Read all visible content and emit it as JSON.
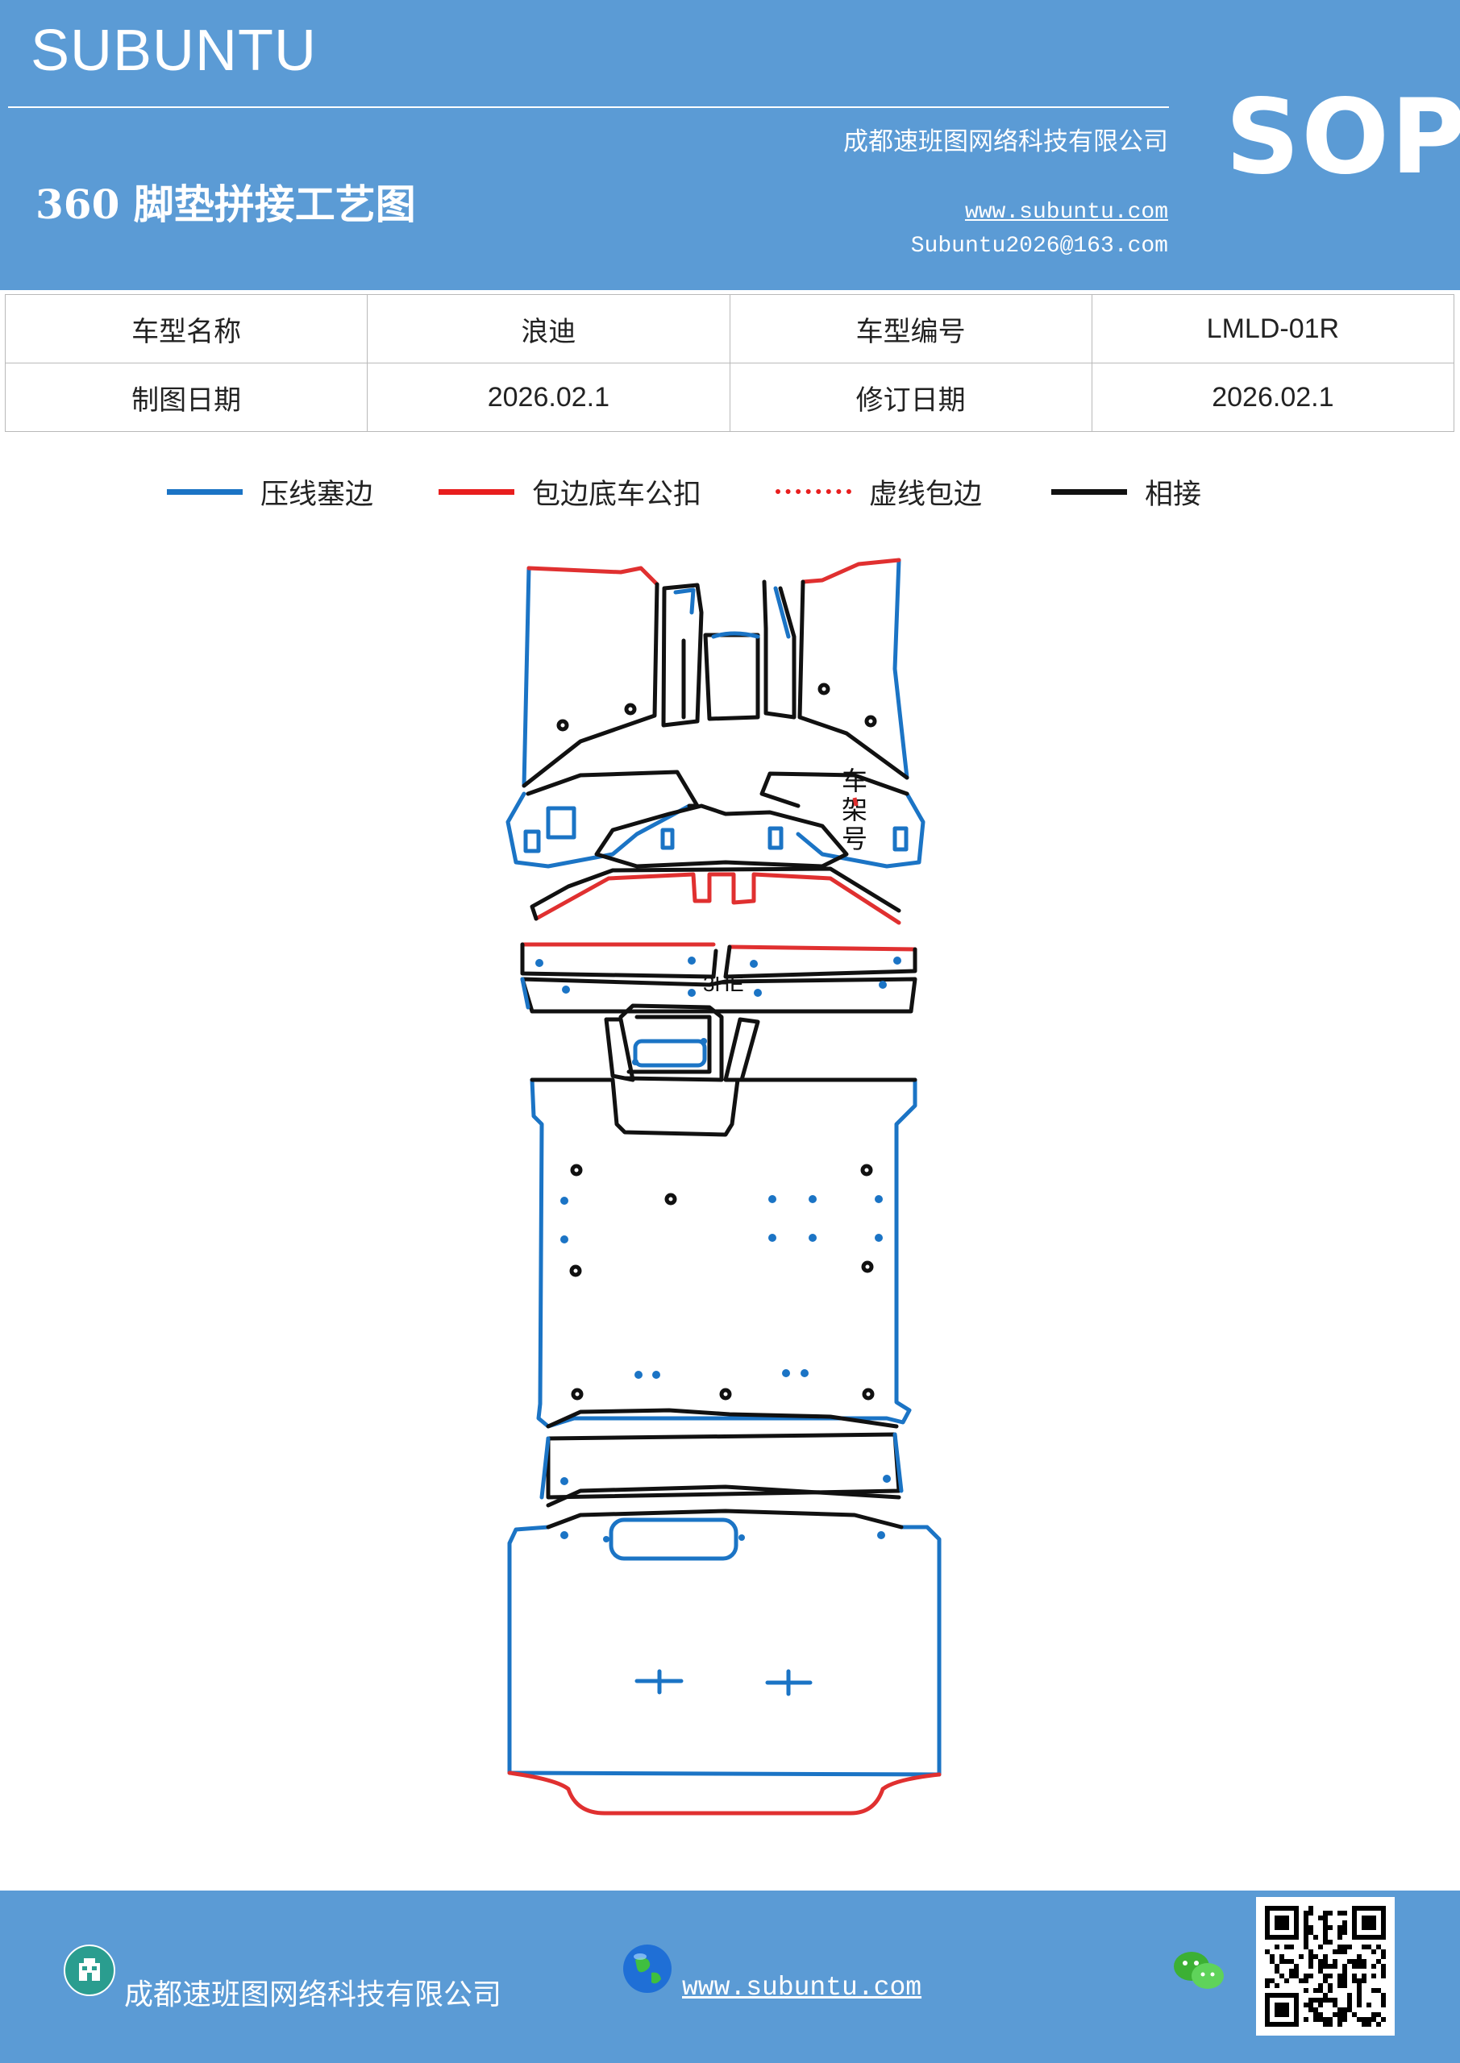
{
  "header": {
    "brand": "SUBUNTU",
    "company": "成都速班图网络科技有限公司",
    "title": "360 脚垫拼接工艺图",
    "website": "www.subuntu.com",
    "email": "Subuntu2026@163.com",
    "badge": "SOP"
  },
  "info_table": {
    "rows": [
      {
        "label1": "车型名称",
        "value1": "浪迪",
        "label2": "车型编号",
        "value2": "LMLD-01R"
      },
      {
        "label1": "制图日期",
        "value1": "2026.02.1",
        "label2": "修订日期",
        "value2": "2026.02.1"
      }
    ]
  },
  "legend": [
    {
      "label": "压线塞边",
      "color": "#1b74c5",
      "style": "solid"
    },
    {
      "label": "包边底车公扣",
      "color": "#e81e1e",
      "style": "solid"
    },
    {
      "label": "虚线包边",
      "color": "#e81e1e",
      "style": "dotted"
    },
    {
      "label": "相接",
      "color": "#111111",
      "style": "solid"
    }
  ],
  "drawing": {
    "frame_label": "车架号",
    "mark_label": "3HE",
    "colors": {
      "blue": "#1b74c5",
      "red": "#e03030",
      "black": "#111111"
    }
  },
  "footer": {
    "company": "成都速班图网络科技有限公司",
    "website": "www.subuntu.com",
    "icons": [
      "building-icon",
      "globe-icon",
      "wechat-icon",
      "qr-code"
    ]
  }
}
